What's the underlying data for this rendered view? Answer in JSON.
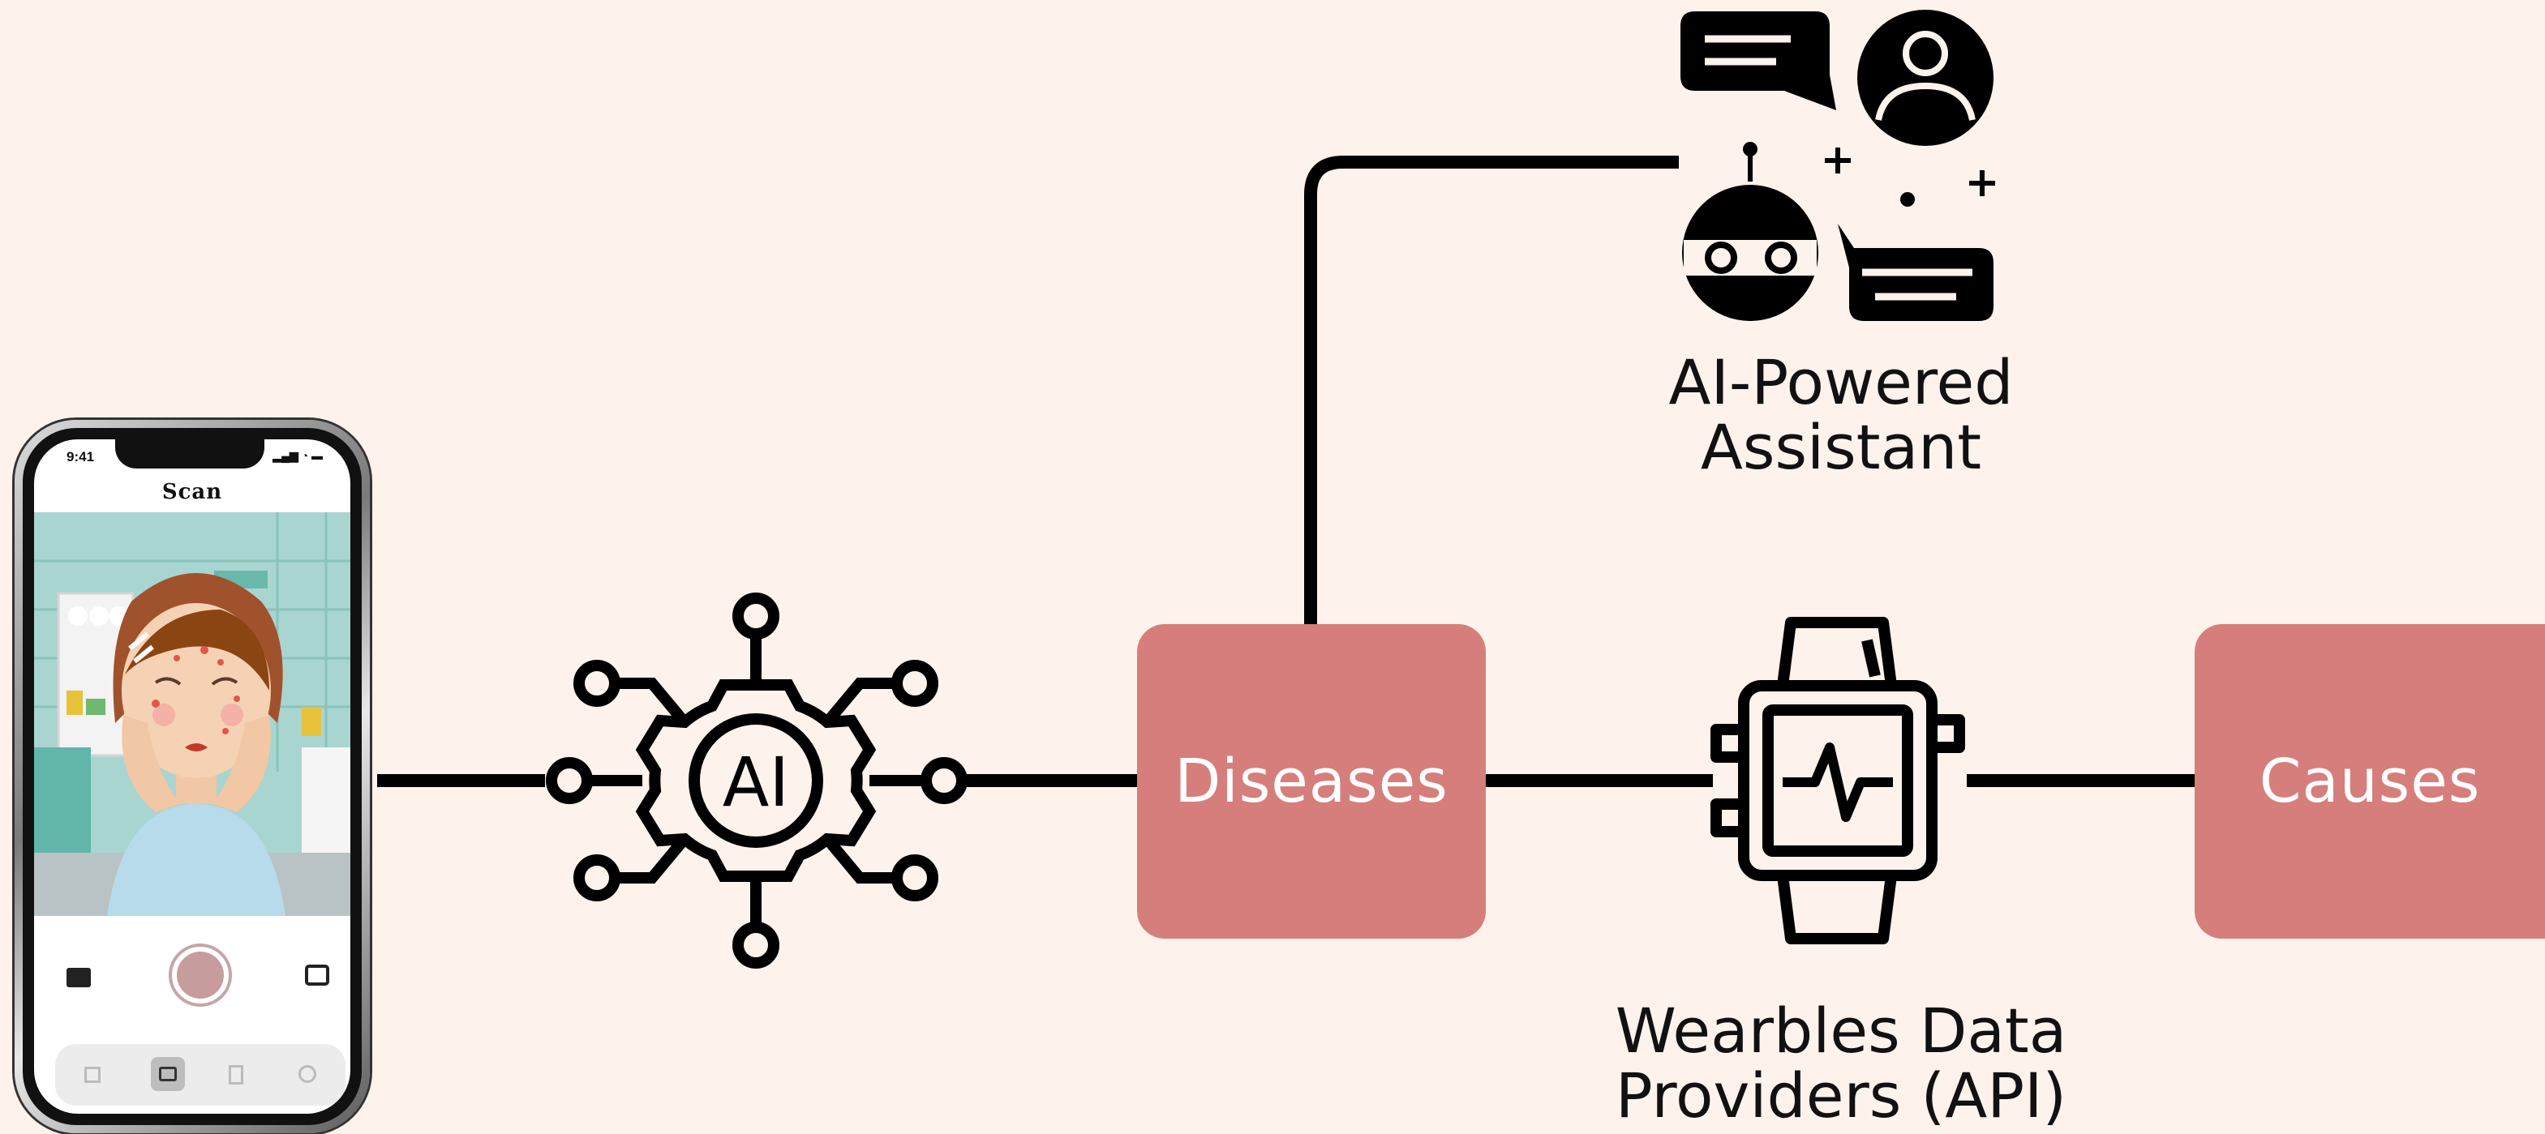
{
  "phone": {
    "status_time": "9:41",
    "app_title": "Scan",
    "tabbar_icons": [
      "home-icon",
      "scan-icon",
      "clipboard-icon",
      "settings-icon"
    ],
    "control_icons": [
      "add-photo-icon",
      "shutter-button",
      "flip-camera-icon"
    ]
  },
  "nodes": {
    "ai_label": "AI",
    "diseases": "Diseases",
    "causes": "Causes",
    "assistant_line1": "AI-Powered",
    "assistant_line2": "Assistant",
    "wearables_line1": "Wearbles Data",
    "wearables_line2": "Providers (API)"
  },
  "colors": {
    "background": "#fdf2ec",
    "box_fill": "#d67e7c",
    "box_text": "#ffffff",
    "line": "#000000"
  }
}
